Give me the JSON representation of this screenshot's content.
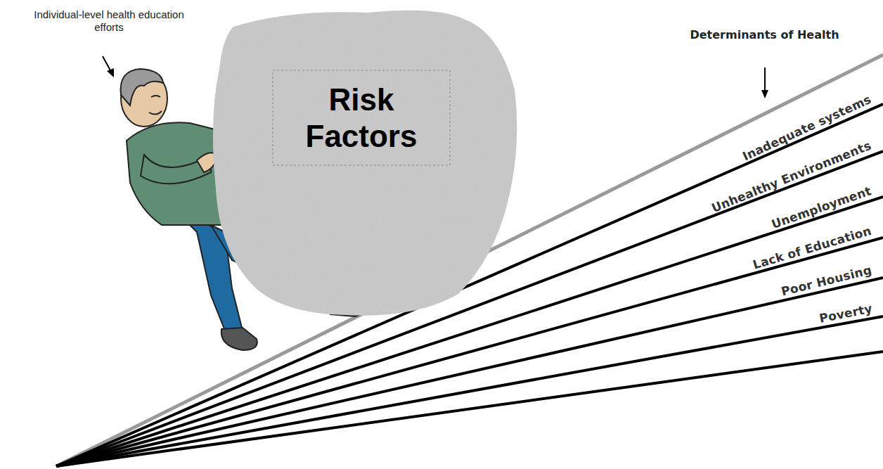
{
  "diagram": {
    "nodes": [
      {
        "text": [
          "Risk Factors"
        ]
      }
    ],
    "labels": [
      "Individual-level health education efforts",
      "Determinants of Health",
      "Inadequate systems",
      "Unhealthy Environments",
      "Unemployment",
      "Lack of Education",
      "Poor Housing",
      "Poverty"
    ]
  }
}
